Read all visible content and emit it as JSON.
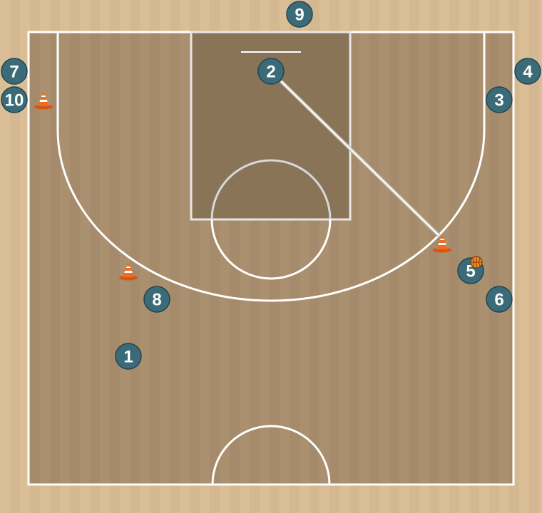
{
  "colors": {
    "wood_light": "#d9bc92",
    "wood_inbounds": "#a88c6a",
    "paint": "#8a7458",
    "lines": "#ffffff",
    "player_fill": "#3b6b79",
    "player_stroke": "#1f4550",
    "player_text": "#ffffff",
    "pass_line": "#ffffff",
    "cone_orange": "#f26b1d",
    "ball_orange": "#f28a22"
  },
  "players": [
    {
      "id": "p1",
      "label": "1"
    },
    {
      "id": "p2",
      "label": "2"
    },
    {
      "id": "p3",
      "label": "3"
    },
    {
      "id": "p4",
      "label": "4"
    },
    {
      "id": "p5",
      "label": "5"
    },
    {
      "id": "p6",
      "label": "6"
    },
    {
      "id": "p7",
      "label": "7"
    },
    {
      "id": "p8",
      "label": "8"
    },
    {
      "id": "p9",
      "label": "9"
    },
    {
      "id": "p10",
      "label": "10"
    }
  ],
  "cones": [
    {
      "id": "cone-left-corner"
    },
    {
      "id": "cone-left-wing"
    },
    {
      "id": "cone-right-wing"
    }
  ],
  "ball": {
    "id": "ball",
    "holder": "5"
  },
  "actions": [
    {
      "type": "pass",
      "from": "2",
      "to": "cone-right-wing"
    }
  ]
}
